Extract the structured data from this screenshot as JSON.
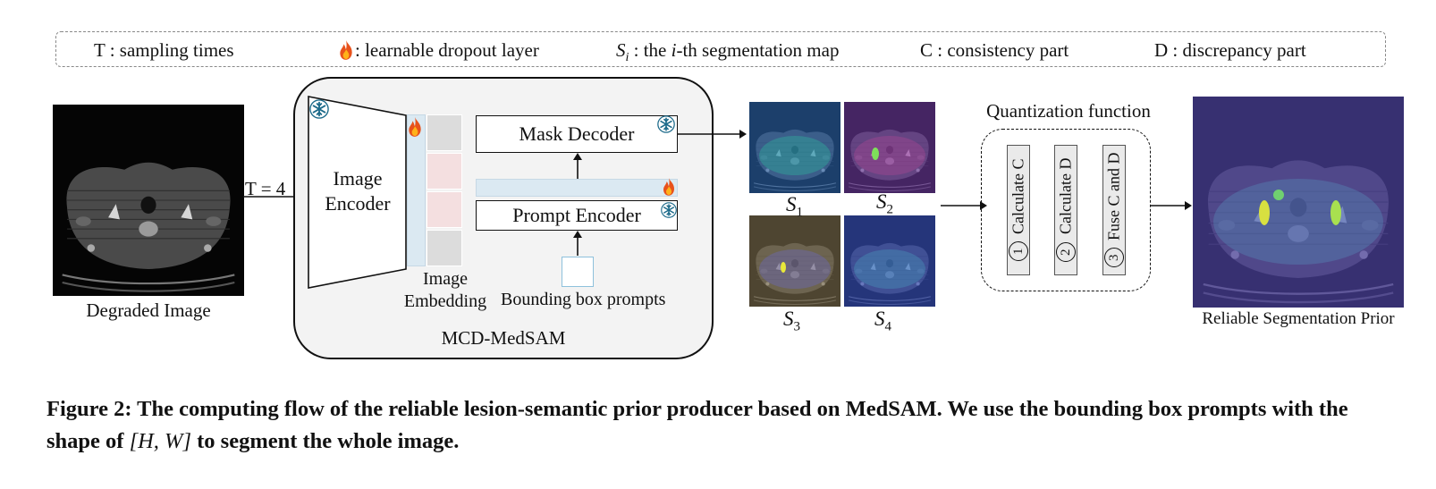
{
  "legend": {
    "t": "T : sampling times",
    "dropout": ": learnable dropout layer",
    "s_sym": "S",
    "s_sub": "i",
    "s_text_a": " : the ",
    "s_text_i": "i",
    "s_text_b": "-th segmentation map",
    "c": "C : consistency part",
    "d": "D : discrepancy part"
  },
  "degraded_caption": "Degraded Image",
  "sampling_label": "T = 4",
  "module": {
    "name": "MCD-MedSAM",
    "image_encoder": [
      "Image",
      "Encoder"
    ],
    "embedding_label": [
      "Image",
      "Embedding"
    ],
    "mask_decoder": "Mask Decoder",
    "prompt_encoder": "Prompt Encoder",
    "bbox_label": "Bounding box prompts"
  },
  "seg_maps": [
    {
      "sym": "S",
      "sub": "1"
    },
    {
      "sym": "S",
      "sub": "2"
    },
    {
      "sym": "S",
      "sub": "3"
    },
    {
      "sym": "S",
      "sub": "4"
    }
  ],
  "quantization": {
    "title": "Quantization function",
    "steps": [
      {
        "num": "1",
        "label": "Calculate C"
      },
      {
        "num": "2",
        "label": "Calculate D"
      },
      {
        "num": "3",
        "label": "Fuse C and D"
      }
    ]
  },
  "prior_caption": "Reliable Segmentation Prior",
  "figure_caption": {
    "a": "Figure 2: The computing flow of the reliable lesion-semantic prior producer based on MedSAM. We use the bounding box prompts with the shape of ",
    "math": "[H, W]",
    "b": " to segment the whole image."
  },
  "icons": {
    "frozen": "snowflake-icon",
    "trainable": "flame-icon"
  },
  "colors": {
    "embedding_blue": "#dbe9f2",
    "embedding_pink": "#f4dfe0",
    "embedding_gray": "#dcdcdc",
    "snowflake": "#1c6a8a",
    "flame": "#e8521c"
  }
}
